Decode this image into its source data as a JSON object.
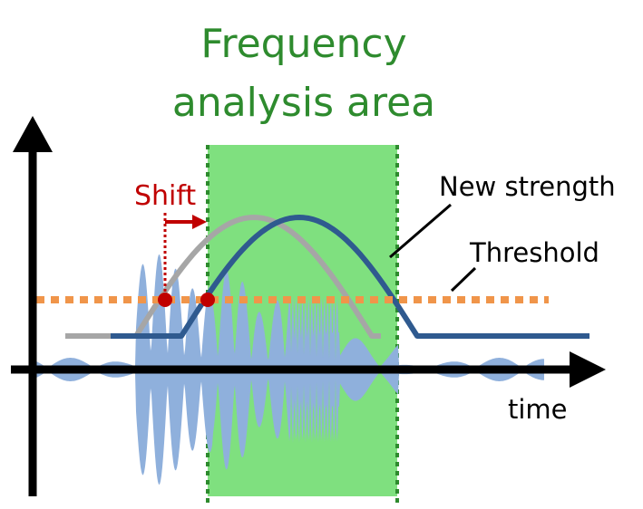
{
  "title": {
    "line1": "Frequency",
    "line2": "analysis area"
  },
  "labels": {
    "shift": "Shift",
    "new_strength": "New strength",
    "threshold": "Threshold",
    "time": "time"
  },
  "colors": {
    "area_fill": "#7fe07f",
    "area_border": "#2e8b2e",
    "title": "#2e8b2e",
    "signal": "#8fb0dc",
    "old_strength": "#a6a6a6",
    "new_strength": "#2f5a8f",
    "threshold": "#f0954a",
    "shift": "#c00000",
    "axis": "#000000"
  }
}
